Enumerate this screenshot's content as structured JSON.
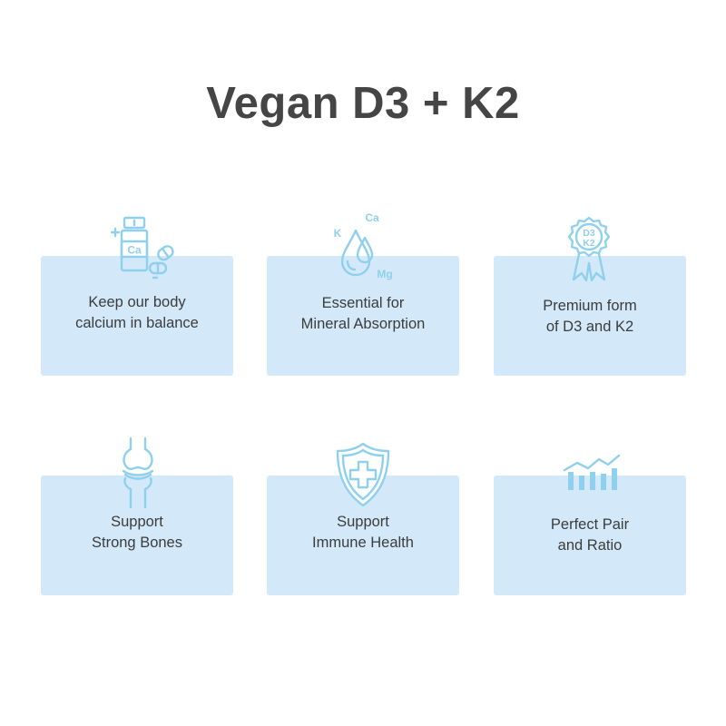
{
  "title": "Vegan D3 + K2",
  "colors": {
    "card_background": "#d3e9f9",
    "icon": "#8fd0ee",
    "title_text": "#454545",
    "body_text": "#3c3c3c"
  },
  "cards": [
    {
      "icon": "calcium-bottle-pills-icon",
      "icon_text": "Ca",
      "lines": [
        "Keep our body",
        "calcium in balance"
      ]
    },
    {
      "icon": "mineral-drop-icon",
      "icon_labels": [
        "K",
        "Ca",
        "Mg"
      ],
      "lines": [
        "Essential for",
        "Mineral Absorption"
      ]
    },
    {
      "icon": "premium-badge-icon",
      "icon_labels": [
        "D3",
        "K2"
      ],
      "lines": [
        "Premium form",
        "of D3 and K2"
      ]
    },
    {
      "icon": "bone-joint-icon",
      "lines": [
        "Support",
        "Strong Bones"
      ]
    },
    {
      "icon": "shield-cross-icon",
      "lines": [
        "Support",
        "Immune Health"
      ]
    },
    {
      "icon": "bar-chart-trend-icon",
      "lines": [
        "Perfect Pair",
        "and Ratio"
      ]
    }
  ]
}
